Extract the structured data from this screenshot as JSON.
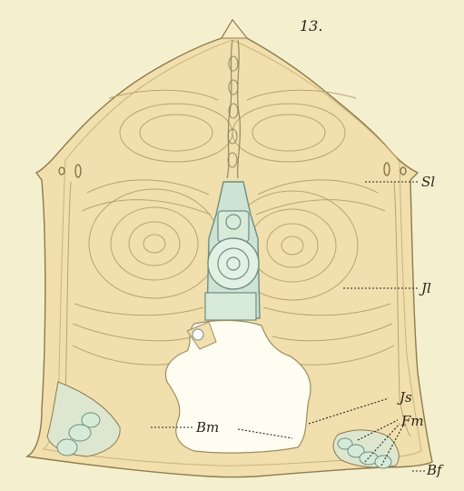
{
  "figure": {
    "number": "13.",
    "colors": {
      "paper": "#f4efcf",
      "shield": "#f1dfae",
      "shield_edge": "#8d7b4c",
      "growth_lines": "#b7a56e",
      "spine": "#cde3d4",
      "spine_edge": "#6f8e82",
      "muscle_area": "#fffdf2",
      "label_ink": "#2b2418"
    },
    "labels": {
      "sl": "Sl",
      "jl": "Jl",
      "js": "Js",
      "bm": "Bm",
      "fm": "Fm",
      "bf": "Bf"
    }
  }
}
